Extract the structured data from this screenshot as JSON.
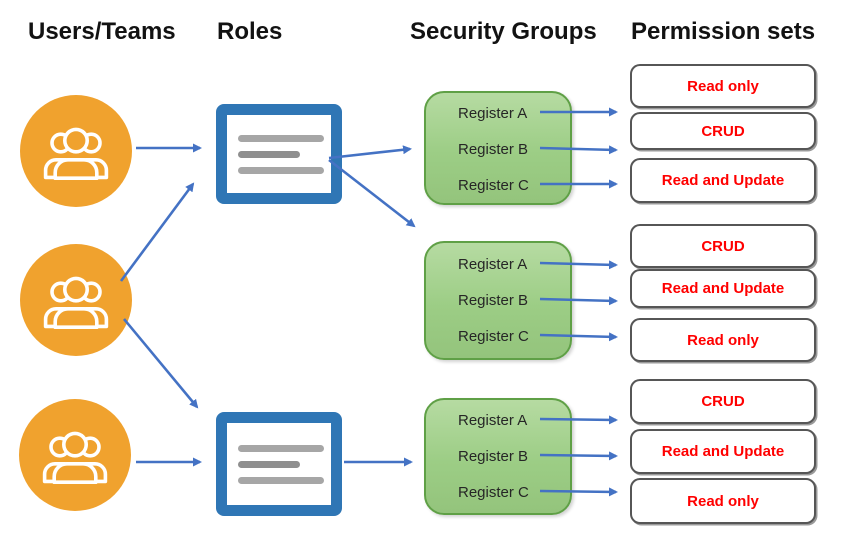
{
  "headers": {
    "users_teams": "Users/Teams",
    "roles": "Roles",
    "security_groups": "Security Groups",
    "permission_sets": "Permission sets"
  },
  "groups": [
    {
      "registers": [
        {
          "name": "Register A",
          "permission": "Read only"
        },
        {
          "name": "Register B",
          "permission": "CRUD"
        },
        {
          "name": "Register C",
          "permission": "Read and Update"
        }
      ]
    },
    {
      "registers": [
        {
          "name": "Register A",
          "permission": "CRUD"
        },
        {
          "name": "Register B",
          "permission": "Read and Update"
        },
        {
          "name": "Register C",
          "permission": "Read only"
        }
      ]
    },
    {
      "registers": [
        {
          "name": "Register A",
          "permission": "CRUD"
        },
        {
          "name": "Register B",
          "permission": "Read and Update"
        },
        {
          "name": "Register C",
          "permission": "Read only"
        }
      ]
    }
  ],
  "connections": {
    "teams_to_roles": [
      "team-1 → role-1",
      "team-2 → role-1",
      "team-2 → role-2",
      "team-3 → role-2"
    ],
    "roles_to_groups": [
      "role-1 → security-group-1",
      "role-1 → security-group-2",
      "role-2 → security-group-3"
    ],
    "registers_to_permissions": "each register row points to the permission box at its right"
  },
  "icons": {
    "team": "users-group-icon",
    "role": "role-document-icon"
  },
  "colors": {
    "team_orange": "#F0A22E",
    "role_blue": "#2F76B5",
    "group_green": "#9CCD85",
    "group_border_green": "#5FA046",
    "arrow_blue": "#4472C4",
    "permission_text_red": "#FF0000"
  }
}
